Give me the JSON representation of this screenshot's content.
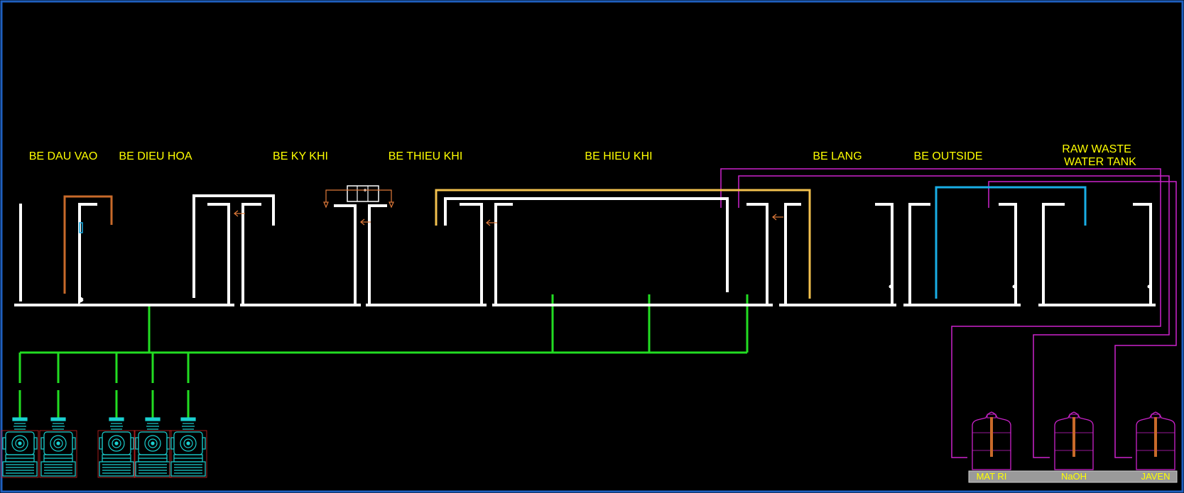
{
  "colors": {
    "background": "#000000",
    "border": "#1f5fbf",
    "tank_wall": "#ffffff",
    "label_text": "#ffff00",
    "air_pipe": "#22dd22",
    "chemical_pipe": "#cc22cc",
    "sludge_pipe_orange": "#c86a2a",
    "return_pipe_yellow": "#f2c14e",
    "cyan_pipe": "#19aee6",
    "blower": "#1ad0d0"
  },
  "tanks": [
    {
      "id": "be-dau-vao",
      "label": "BE DAU VAO"
    },
    {
      "id": "be-dieu-hoa",
      "label": "BE DIEU HOA"
    },
    {
      "id": "be-ky-khi",
      "label": "BE KY KHI"
    },
    {
      "id": "be-thieu-khi",
      "label": "BE THIEU KHI"
    },
    {
      "id": "be-hieu-khi",
      "label": "BE HIEU KHI"
    },
    {
      "id": "be-lang",
      "label": "BE LANG"
    },
    {
      "id": "be-outside",
      "label": "BE OUTSIDE"
    },
    {
      "id": "raw-waste-water-tank",
      "label_line1": "RAW WASTE",
      "label_line2": "WATER TANK"
    }
  ],
  "chemical_tanks": [
    {
      "id": "mat-ri",
      "label": "MAT RI"
    },
    {
      "id": "naoh",
      "label": "NaOH"
    },
    {
      "id": "javen",
      "label": "JAVEN"
    }
  ],
  "blowers": [
    {
      "id": "blower-1",
      "icon": "blower-icon"
    },
    {
      "id": "blower-2",
      "icon": "blower-icon"
    },
    {
      "id": "blower-3",
      "icon": "blower-icon"
    },
    {
      "id": "blower-4",
      "icon": "blower-icon"
    },
    {
      "id": "blower-5",
      "icon": "blower-icon"
    }
  ]
}
